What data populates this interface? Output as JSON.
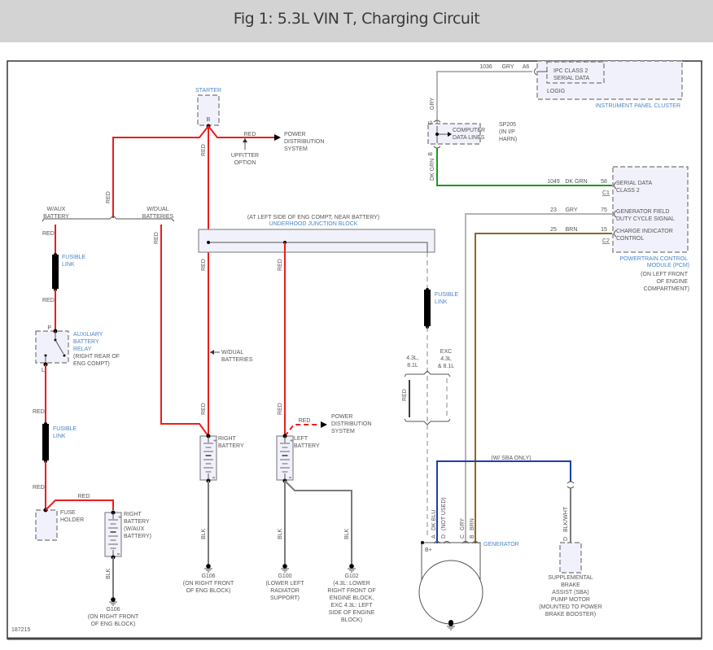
{
  "header": {
    "title": "Fig 1: 5.3L VIN T, Charging Circuit"
  },
  "figure_id": "187215",
  "colors": {
    "red": "#ee1c1c",
    "gray": "#b5b5b5",
    "brown": "#8a6a1a",
    "dk_green": "#1e9a1e",
    "dk_blue": "#1c3fa8",
    "black": "#7a7a7a",
    "component_fill": "#f1f1fb",
    "label_blue": "#4a86c5"
  },
  "starter": {
    "name": "STARTER",
    "terminal": "B"
  },
  "starter_feed": {
    "wire": "RED",
    "option": [
      "UPFITTER",
      "OPTION"
    ],
    "dest": [
      "POWER",
      "DISTRIBUTION",
      "SYSTEM"
    ],
    "down_wire": "RED"
  },
  "branch": {
    "left": [
      "W/AUX",
      "BATTERY"
    ],
    "right": [
      "W/DUAL",
      "BATTERIES"
    ],
    "wire": "RED",
    "right_wire": "RED"
  },
  "aux_path": {
    "wire1": "RED",
    "fusible1": [
      "FUSIBLE",
      "LINK"
    ],
    "wire2": "RED",
    "relay": {
      "name": [
        "AUXILIARY",
        "BATTERY",
        "RELAY"
      ],
      "location": [
        "(RIGHT REAR OF",
        "ENG COMPT)"
      ],
      "pin_p": "P",
      "pin_l": "L"
    },
    "wire3": "RED",
    "fusible2": [
      "FUSIBLE",
      "LINK"
    ],
    "wire4": "RED",
    "fuse_holder": [
      "FUSE",
      "HOLDER"
    ],
    "wire5": "RED",
    "battery": [
      "RIGHT",
      "BATTERY",
      "(W/AUX",
      "BATTERY)"
    ],
    "ground_wire": "BLK",
    "ground": {
      "id": "G106",
      "location": [
        "(ON RIGHT FRONT",
        "OF ENG BLOCK)"
      ]
    }
  },
  "junction_block": {
    "location": "(AT LEFT SIDE OF ENG COMPT, NEAR BATTERY)",
    "name": "UNDERHOOD JUNCTION BLOCK",
    "wire_left": "RED",
    "wire_mid": "RED"
  },
  "dual_note": [
    "W/DUAL",
    "BATTERIES"
  ],
  "right_battery": {
    "name": [
      "RIGHT",
      "BATTERY"
    ],
    "wire": "RED",
    "ground_wire": "BLK",
    "ground": {
      "id": "G106",
      "location": [
        "(ON RIGHT FRONT",
        "OF ENG BLOCK)"
      ]
    }
  },
  "left_battery": {
    "name": [
      "LEFT",
      "BATTERY"
    ],
    "wire": "RED",
    "pds": {
      "wire": "RED",
      "dest": [
        "POWER",
        "DISTRIBUTION",
        "SYSTEM"
      ]
    },
    "ground1_wire": "BLK",
    "ground1": {
      "id": "G100",
      "location": [
        "(LOWER LEFT",
        "RADIATOR",
        "SUPPORT)"
      ]
    },
    "ground2_wire": "BLK",
    "ground2": {
      "id": "G102",
      "location": [
        "(4.3L: LOWER",
        "RIGHT FRONT OF",
        "ENGINE BLOCK,",
        "EXC 4.3L: LEFT",
        "SIDE OF ENGINE",
        "BLOCK)"
      ]
    }
  },
  "gen_feed": {
    "fusible": [
      "FUSIBLE",
      "LINK"
    ],
    "opt_left": [
      "4.3L,",
      "8.1L"
    ],
    "opt_right": [
      "EXC",
      "4.3L",
      "& 8.1L"
    ],
    "wire": "RED"
  },
  "ipc": {
    "inner": [
      "IPC CLASS 2",
      "SERIAL DATA"
    ],
    "logic": "LOGIG",
    "name": "INSTRUMENT PANEL CLUSTER",
    "circuit": "1036",
    "wire": "GRY",
    "pin": "A6"
  },
  "splice": {
    "name": [
      "COMPUTER",
      "DATA LINES"
    ],
    "id": [
      "SP205",
      "(IN I/P",
      "HARN)"
    ],
    "top_pin": "G",
    "top_wire": "GRY",
    "bottom_pin": "B",
    "bottom_wire": "DK GRN"
  },
  "pcm": {
    "name": [
      "POWERTRAIN CONTROL",
      "MODULE (PCM)"
    ],
    "location": [
      "(ON LEFT FRONT",
      "OF ENGINE",
      "COMPARTMENT)"
    ],
    "circuits": [
      {
        "circuit": "1049",
        "wire": "DK GRN",
        "pin": "58",
        "connector": "C1",
        "label": [
          "SERIAL DATA",
          "CLASS 2"
        ]
      },
      {
        "circuit": "23",
        "wire": "GRY",
        "pin": "75",
        "label": [
          "GENERATOR FIELD",
          "DUTY CYCLE SIGNAL"
        ]
      },
      {
        "circuit": "25",
        "wire": "BRN",
        "pin": "15",
        "connector": "C2",
        "label": [
          "CHARGE INDICATOR",
          "CONTROL"
        ]
      }
    ]
  },
  "generator": {
    "name": "GENERATOR",
    "bplus": "B+",
    "pins": [
      {
        "pin": "A",
        "wire": "DK BLU"
      },
      {
        "pin": "D",
        "wire": "(NOT USED)"
      },
      {
        "pin": "C",
        "wire": "GRY"
      },
      {
        "pin": "B",
        "wire": "BRN"
      }
    ]
  },
  "sba": {
    "note": "(W/ SBA ONLY)",
    "wire": "BLK/WHT",
    "pin": "D",
    "name": [
      "SUPPLEMENTAL",
      "BRAKE",
      "ASSIST (SBA)",
      "PUMP MOTOR",
      "(MOUNTED TO POWER",
      "BRAKE BOOSTER)"
    ]
  }
}
